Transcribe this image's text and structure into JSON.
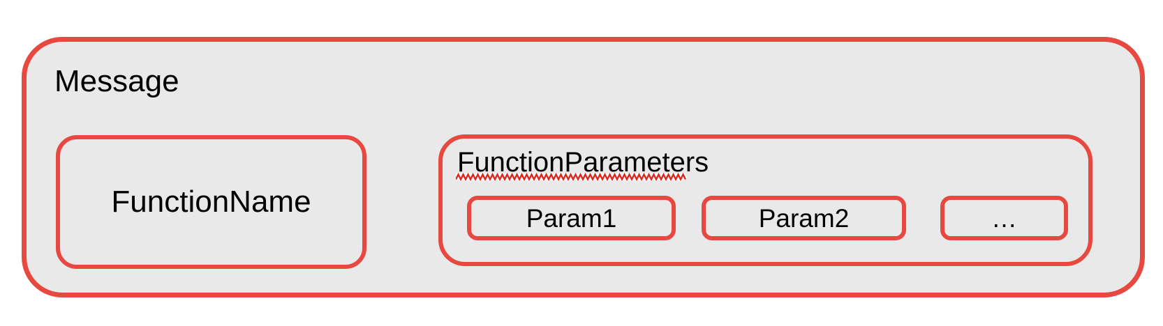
{
  "colors": {
    "page_background": "#ffffff",
    "box_fill": "#e9e9e9",
    "box_border_red": "#e74840",
    "squiggle_red": "#e3261d",
    "text": "#000000"
  },
  "message": {
    "label": "Message",
    "function_name": {
      "label": "FunctionName"
    },
    "function_parameters": {
      "label": "FunctionParameters",
      "params": [
        {
          "label": "Param1"
        },
        {
          "label": "Param2"
        },
        {
          "label": "…"
        }
      ]
    }
  }
}
